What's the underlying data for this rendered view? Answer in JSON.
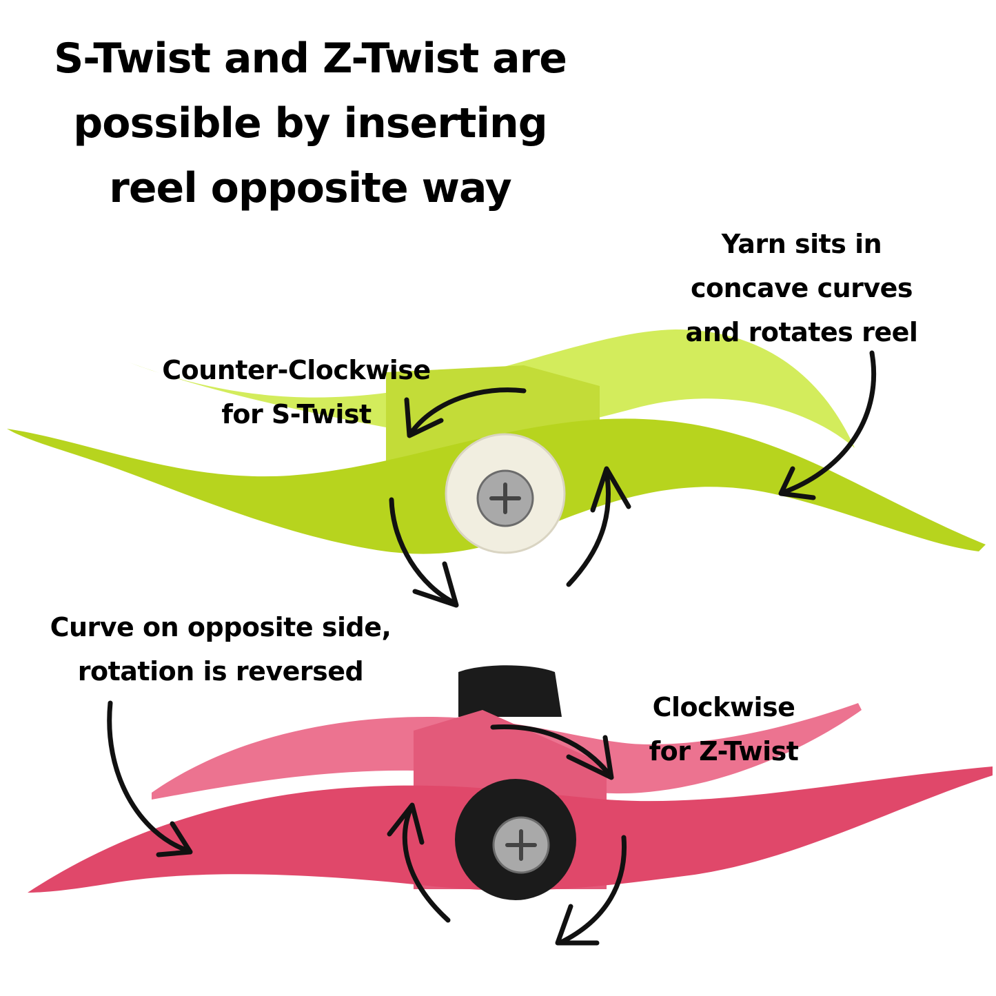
{
  "headline": {
    "lines": [
      "S-Twist and Z-Twist are",
      "possible by inserting",
      "reel opposite way"
    ]
  },
  "annotations": {
    "yarn": {
      "lines": [
        "Yarn sits in",
        "concave curves",
        "and rotates reel"
      ]
    },
    "counter_clockwise": {
      "lines": [
        "Counter-Clockwise",
        "for S-Twist"
      ]
    },
    "curve_opposite": {
      "lines": [
        "Curve on opposite side,",
        "rotation is reversed"
      ]
    },
    "clockwise": {
      "lines": [
        "Clockwise",
        "for Z-Twist"
      ]
    }
  },
  "colors": {
    "green_reel": "#b7d41e",
    "green_light": "#d3ec5c",
    "pink_reel": "#e0486a",
    "pink_light": "#ec7390",
    "white_washer": "#f1eee0",
    "black_washer": "#1b1b1b",
    "screw": "#a9a9a9",
    "arrow": "#111111"
  },
  "icons": [
    "green-reel-image",
    "pink-reel-image",
    "screw-icon",
    "rotation-arrow-icon"
  ]
}
